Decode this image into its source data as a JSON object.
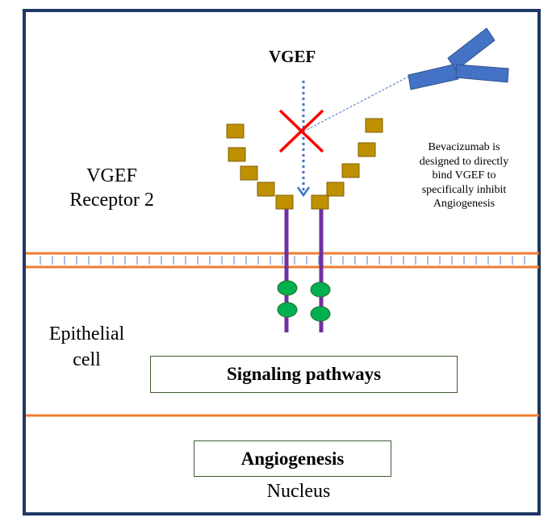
{
  "ligand": {
    "label": "VGEF"
  },
  "receptor": {
    "label_line1": "VGEF",
    "label_line2": "Receptor 2"
  },
  "drug": {
    "description_lines": [
      "Bevacizumab is",
      "designed to directly",
      "bind VGEF to",
      "specifically inhibit",
      "Angiogenesis"
    ]
  },
  "cell": {
    "label_line1": "Epithelial",
    "label_line2": "cell"
  },
  "signaling": {
    "label": "Signaling pathways"
  },
  "angiogenesis": {
    "label": "Angiogenesis"
  },
  "nucleus": {
    "label": "Nucleus"
  },
  "colors": {
    "frame": "#1f3864",
    "membrane": "#ed7d31",
    "receptor_stem": "#7030a0",
    "domain": "#bf9000",
    "kinase": "#00b050",
    "antibody": "#4472c4",
    "block_mark": "#ff0000",
    "arrow": "#4472c4"
  }
}
